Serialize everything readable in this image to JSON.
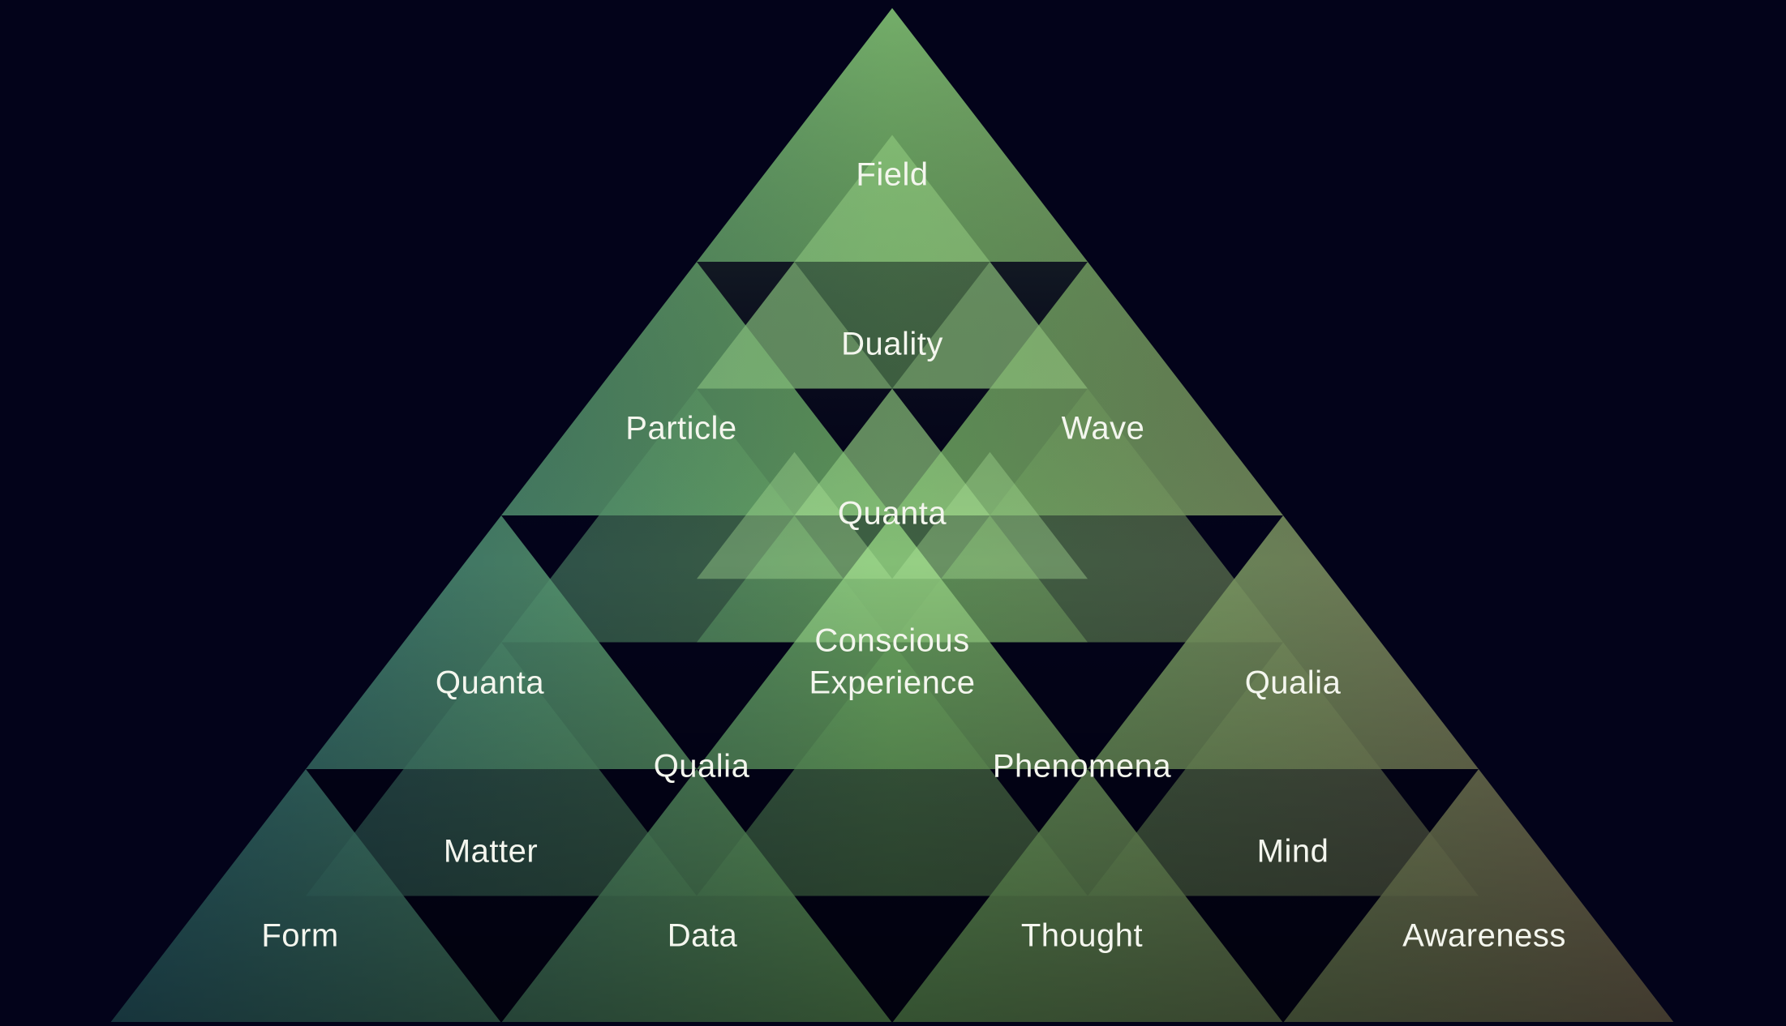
{
  "labels": {
    "field": "Field",
    "duality": "Duality",
    "particle": "Particle",
    "wave": "Wave",
    "quanta_center": "Quanta",
    "conscious_line1": "Conscious",
    "conscious_line2": "Experience",
    "quanta_left": "Quanta",
    "qualia_right": "Qualia",
    "qualia_center": "Qualia",
    "phenomena": "Phenomena",
    "matter": "Matter",
    "mind": "Mind",
    "form": "Form",
    "data": "Data",
    "thought": "Thought",
    "awareness": "Awareness"
  },
  "colors": {
    "background": "#03031a",
    "gradient_top": "#6fae64",
    "gradient_left": "#2f6f7c",
    "gradient_right": "#8a7a5e",
    "gradient_bottom_fade": "#0b1410",
    "text": "#f4f6ee"
  }
}
